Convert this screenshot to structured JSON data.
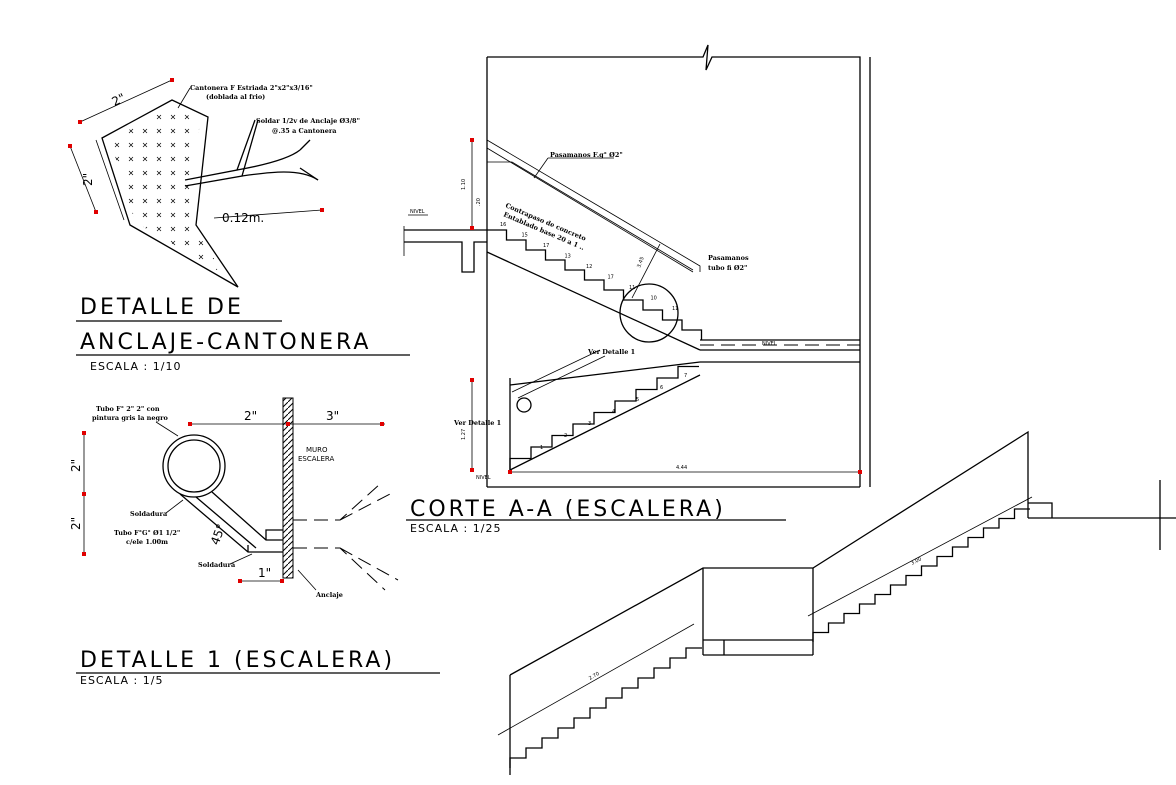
{
  "detalle_anclaje": {
    "title_line1": "DETALLE DE",
    "title_line2": "ANCLAJE-CANTONERA",
    "scale": "ESCALA : 1/10",
    "dim_top": "2\"",
    "dim_left": "2\"",
    "dim_length": "0.12m.",
    "note_cantonera_1": "Cantonera F Estriada 2\"x2\"x3/16\"",
    "note_cantonera_2": "(doblada al frio)",
    "note_soldar_1": "Soldar 1/2v de Anclaje Ø3/8\"",
    "note_soldar_2": "@.35 a Cantonera"
  },
  "corte_aa": {
    "title": "CORTE A-A (ESCALERA)",
    "scale": "ESCALA : 1/25",
    "nivel_upper": "NIVEL",
    "nivel_middle": "NIVEL",
    "nivel_lower": "NIVEL",
    "pasamanos_top": "Pasamanos F.g° Ø2\"",
    "pasamanos_right_1": "Pasamanos",
    "pasamanos_right_2": "tubo fi Ø2\"",
    "contrapaso_1": "Contrapaso de concreto",
    "contrapaso_2": "Entablado base 20 a 1 ..",
    "ver_detalle_1": "Ver Detalle 1",
    "ver_detalle_1b": "Ver Detalle 1",
    "dim_110": "1.10",
    "dim_20": ".20",
    "dim_127": "1.27",
    "dim_444": "4.44",
    "dim_345": "3.45",
    "steps_upper": [
      "16",
      "15",
      "17",
      "13",
      "12",
      "17",
      "11",
      "10",
      "11"
    ],
    "steps_lower": [
      "7",
      "6",
      "5",
      "4",
      "3",
      "2",
      "1"
    ]
  },
  "detalle_1": {
    "title": "DETALLE 1 (ESCALERA)",
    "scale": "ESCALA : 1/5",
    "dim_2a": "2\"",
    "dim_3": "3\"",
    "dim_left_top": "2\"",
    "dim_left_bottom": "2\"",
    "dim_1": "1\"",
    "angle": "45°",
    "muro_1": "MURO",
    "muro_2": "ESCALERA",
    "tubo_1": "Tubo F° 2\" 2\" con",
    "tubo_2": "pintura gris la negro",
    "soldadura_1": "Soldadura",
    "tubo_fg_1": "Tubo F°G° Ø1 1/2\"",
    "tubo_fg_2": "c/ele 1.00m",
    "soldadura_2": "Soldadura",
    "anclaje": "Anclaje"
  },
  "isometric": {
    "dim_upper": "3.00",
    "dim_lower": "2.70"
  }
}
